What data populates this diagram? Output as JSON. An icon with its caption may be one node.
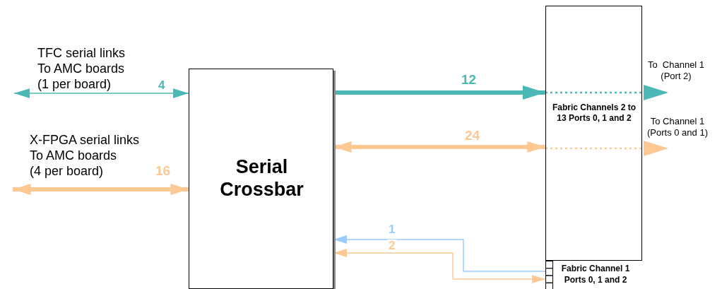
{
  "diagram": {
    "nodes": [
      {
        "text": [
          "Serial Crossbar"
        ]
      },
      {
        "text": [
          "Fabric Channels 2 to 13 Ports 0, 1 and 2"
        ]
      },
      {
        "text": [
          "Fabric Channel 1 Ports 0, 1 and 2"
        ],
        "in": 1
      },
      {
        "text": [
          "To  Channel 1 (Port 2)"
        ]
      },
      {
        "text": [
          "To Channel 1 (Ports 0 and 1)"
        ]
      }
    ],
    "edges": [
      {
        "from": null,
        "to": 0,
        "arrow": "both",
        "label": "4",
        "color": "#4bb8b5"
      },
      {
        "from": null,
        "to": 0,
        "arrow": "both",
        "label": "16",
        "style": "thick",
        "color": "#fdc894"
      },
      {
        "from": 0,
        "to": 1,
        "arrow": "to",
        "label": "12",
        "style": "thick",
        "color": "#4bb8b5"
      },
      {
        "from": 0,
        "to": 1,
        "arrow": "both",
        "label": "24",
        "style": "thick",
        "color": "#fdc894"
      },
      {
        "from": 1,
        "to": 3,
        "arrow": "to",
        "style": "dashed",
        "color": "#4bb8b5"
      },
      {
        "from": 1,
        "to": 4,
        "arrow": "to",
        "style": "dashed",
        "color": "#fdc894"
      },
      {
        "from": 2,
        "to": 0,
        "arrow": "to",
        "label": "1",
        "color": "#99ccff"
      },
      {
        "from": 0,
        "to": 2,
        "arrow": "both",
        "label": "2",
        "color": "#fdc894"
      }
    ],
    "labels": [
      "TFC serial links To AMC boards (1 per board)",
      "X-FPGA serial links To AMC boards (4 per board)"
    ]
  }
}
